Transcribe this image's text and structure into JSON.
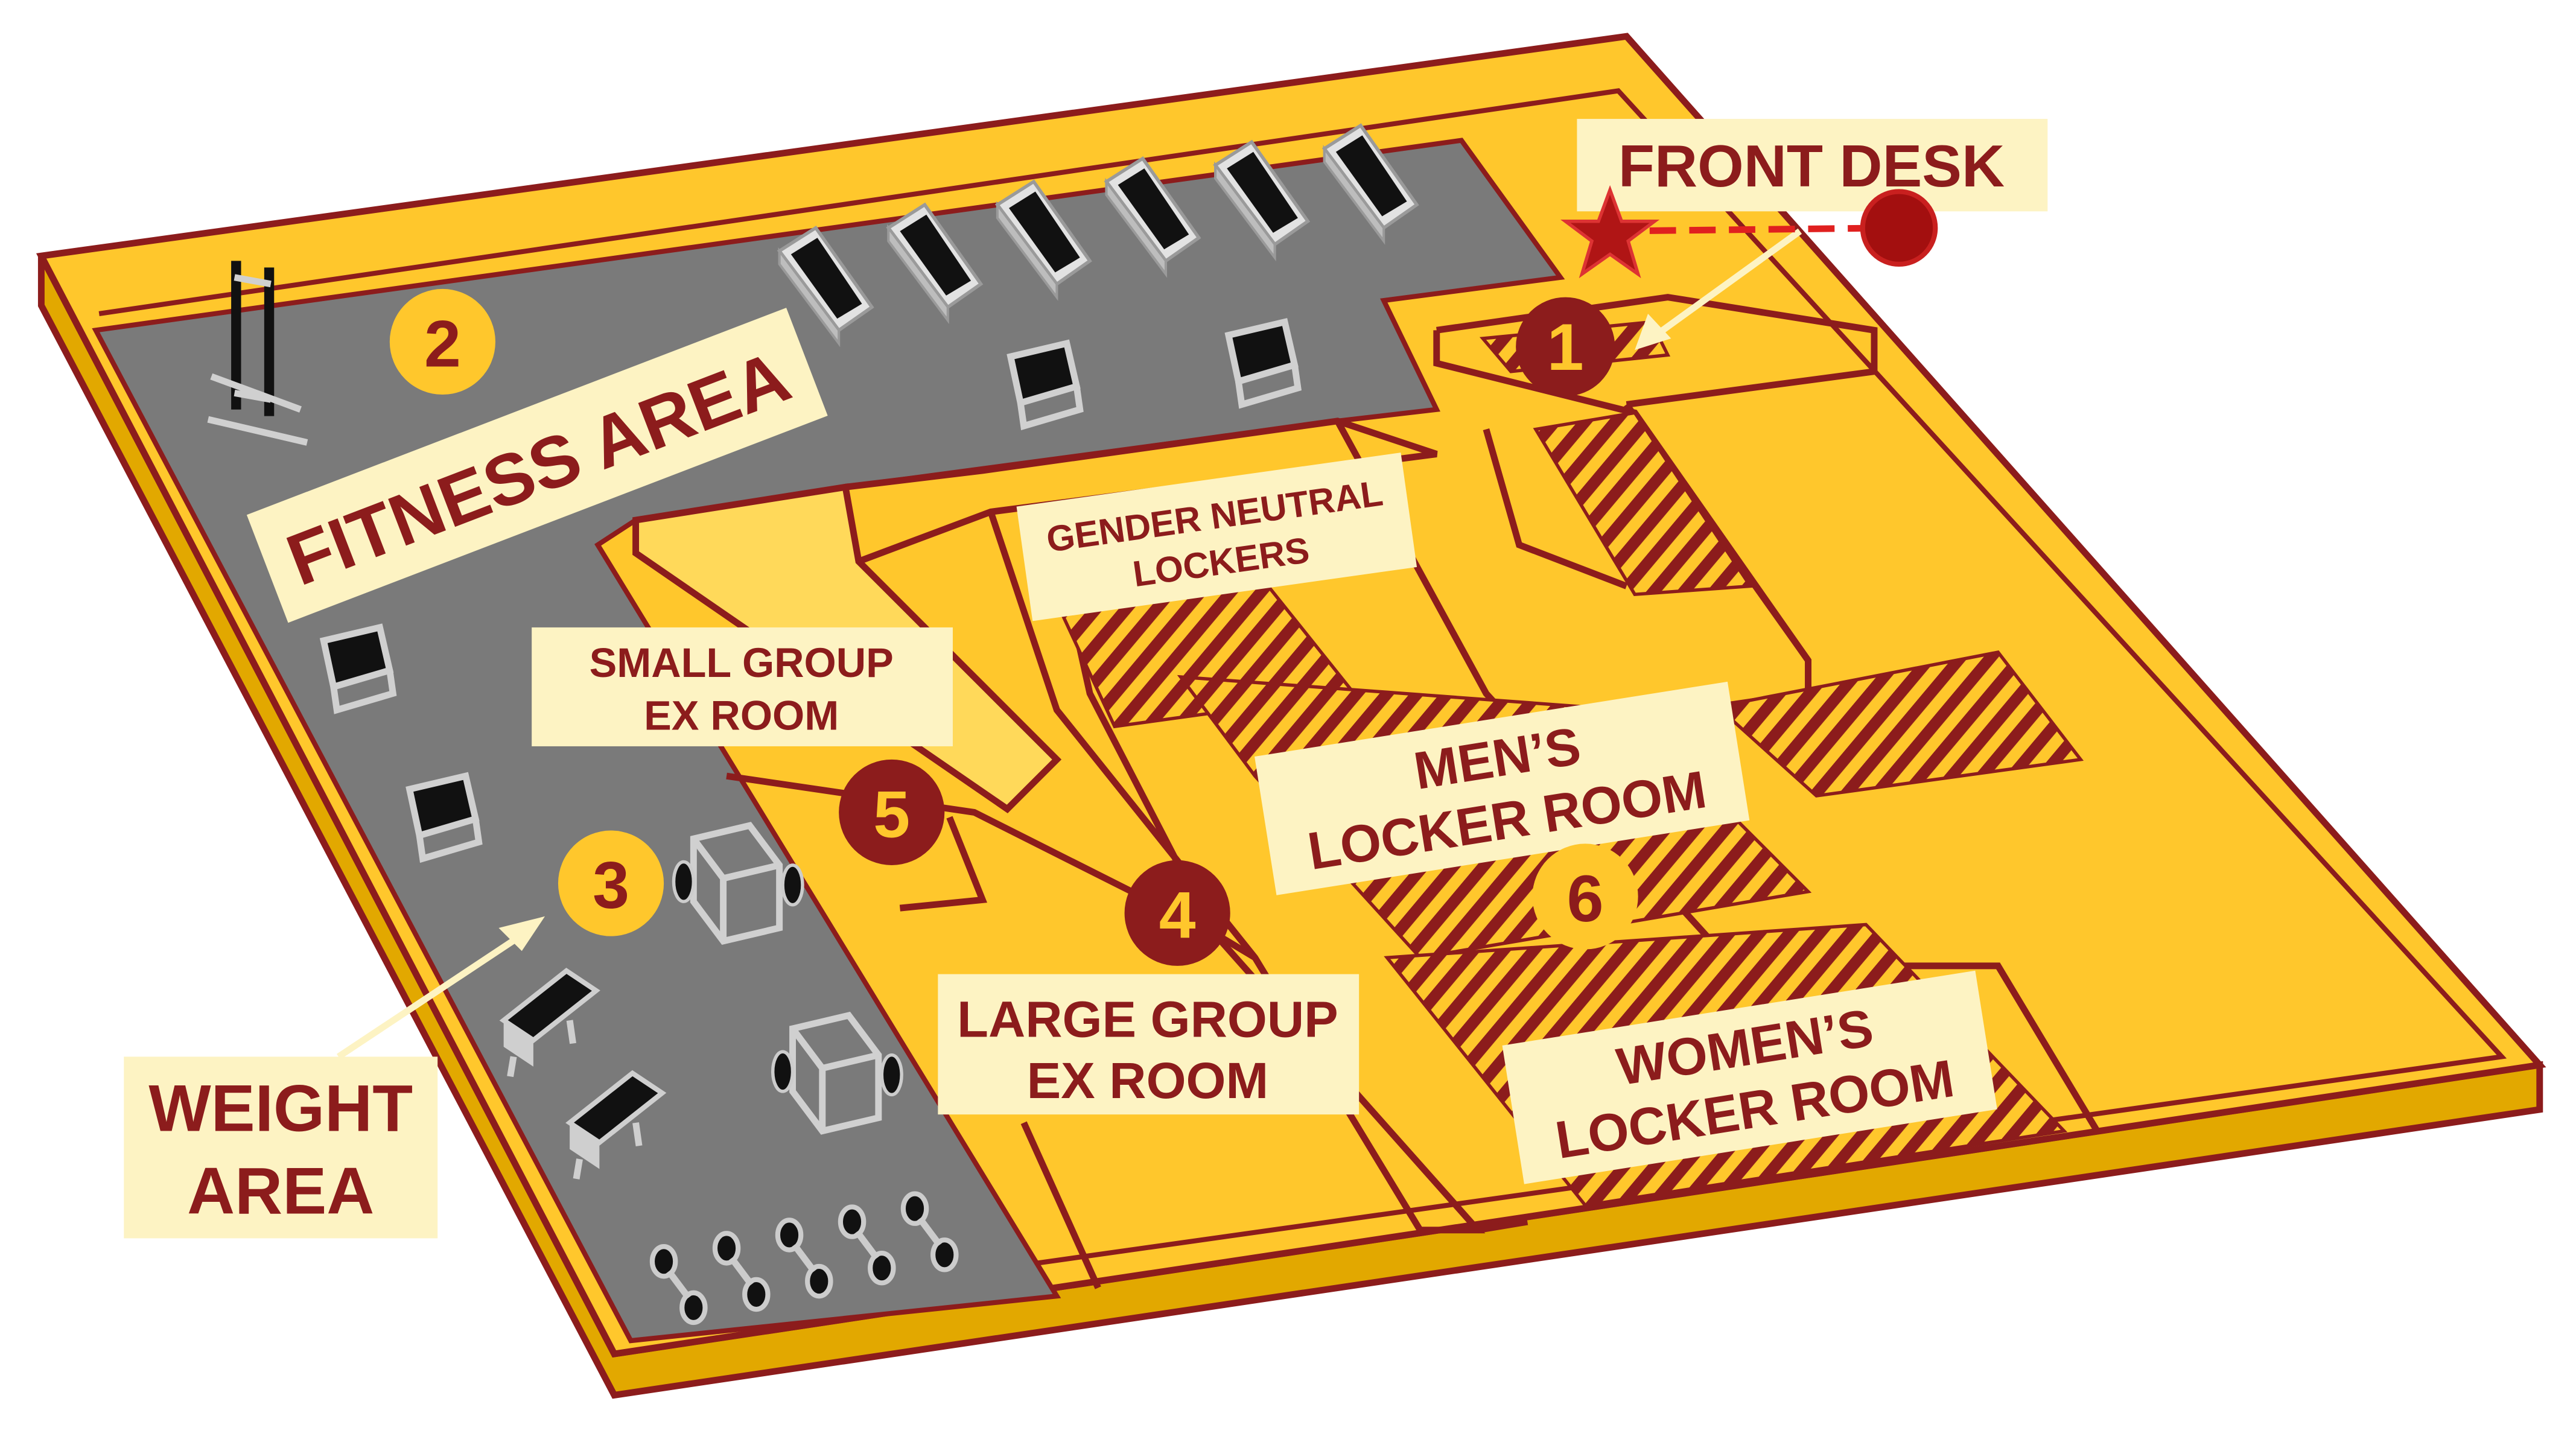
{
  "colors": {
    "gold": "#ffc72c",
    "maroon": "#8c1c1c",
    "gray": "#7a7a7a",
    "label_bg": "#fdf3c3",
    "equipment": "#d9d9d9"
  },
  "labels": {
    "front_desk": "FRONT DESK",
    "fitness_area": "FITNESS AREA",
    "small_group_line1": "SMALL GROUP",
    "small_group_line2": "EX ROOM",
    "gender_neutral_line1": "GENDER NEUTRAL",
    "gender_neutral_line2": "LOCKERS",
    "mens_line1": "MEN’S",
    "mens_line2": "LOCKER ROOM",
    "large_group_line1": "LARGE GROUP",
    "large_group_line2": "EX ROOM",
    "womens_line1": "WOMEN’S",
    "womens_line2": "LOCKER ROOM",
    "weight_line1": "WEIGHT",
    "weight_line2": "AREA"
  },
  "markers": {
    "m1": "1",
    "m2": "2",
    "m3": "3",
    "m4": "4",
    "m5": "5",
    "m6": "6"
  },
  "icons": {
    "location": "star-icon",
    "destination": "dot-icon",
    "treadmill": "treadmill-icon",
    "bench": "weight-bench-icon",
    "dumbbell": "dumbbell-icon"
  }
}
